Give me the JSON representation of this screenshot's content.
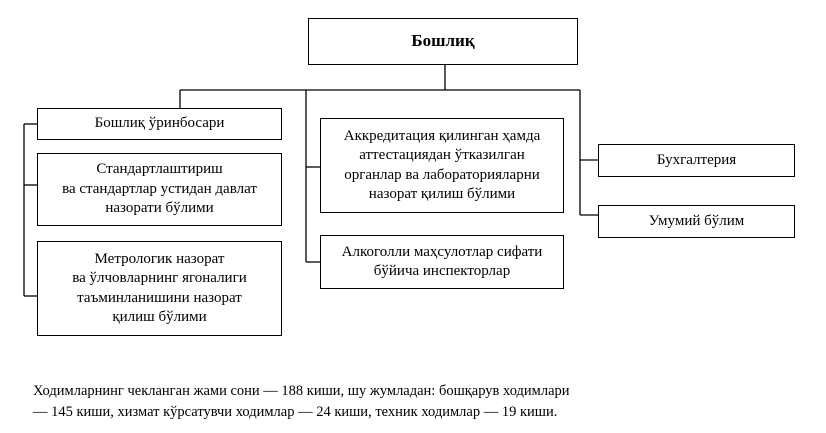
{
  "root": "Бошлиқ",
  "left_column": [
    "Бошлиқ ўринбосари",
    "Стандартлаштириш\nва стандартлар устидан давлат\nназорати бўлими",
    "Метрологик назорат\nва ўлчовларнинг ягоналиги\nтаъминланишини назорат\nқилиш бўлими"
  ],
  "middle_column": [
    "Аккредитация қилинган ҳамда\nаттестациядан ўтказилган\nорганлар ва лабораторияларни\nназорат қилиш бўлими",
    "Алкоголли маҳсулотлар сифати\nбўйича инспекторлар"
  ],
  "right_column": [
    "Бухгалтерия",
    "Умумий бўлим"
  ],
  "footnote": "Ходимларнинг чекланган жами сони — 188 киши, шу жумладан:  бошқарув ходимлари\n— 145 киши, хизмат кўрсатувчи ходимлар — 24 киши, техник ходимлар — 19 киши."
}
